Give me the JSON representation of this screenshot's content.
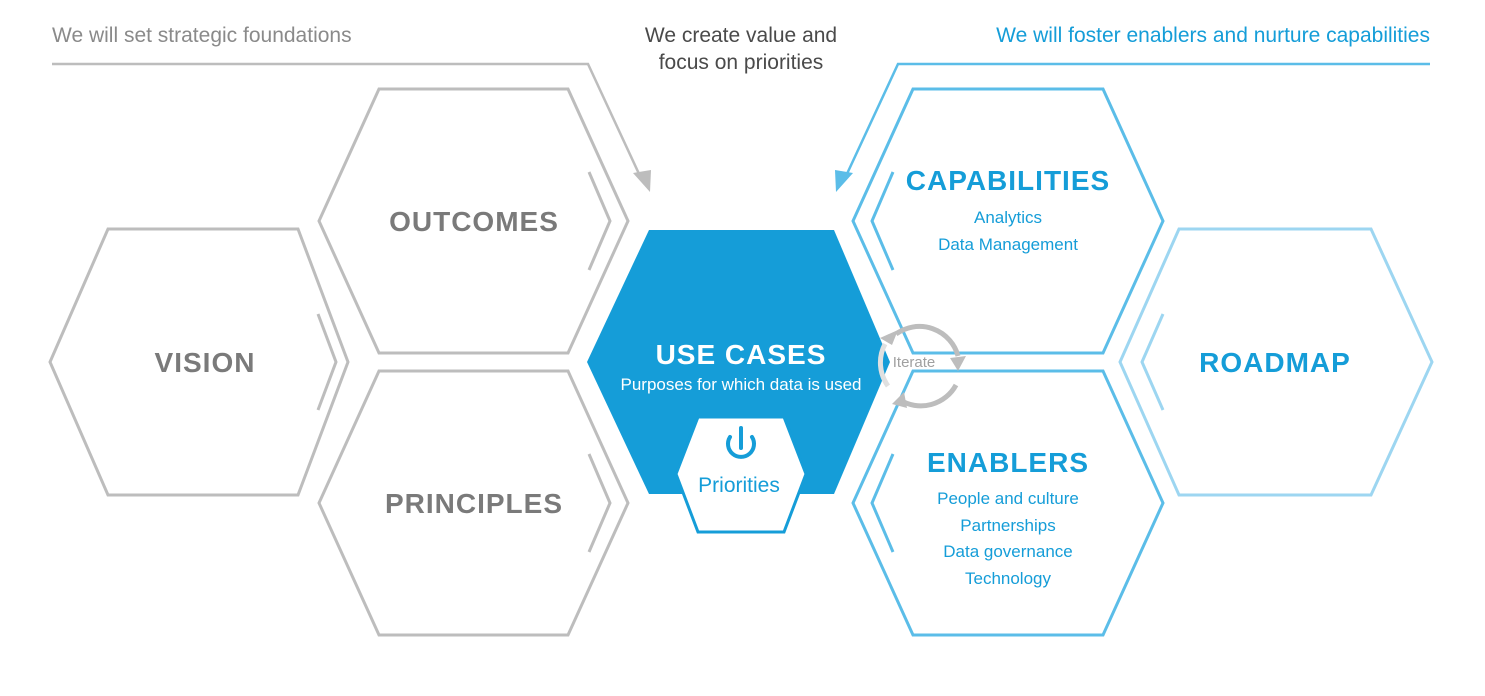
{
  "colors": {
    "grey": "#bdbdbd",
    "grey_text": "#7a7a7a",
    "blue": "#159dd8",
    "light_blue": "#5bbde8",
    "lighter_blue": "#9dd6f1",
    "white": "#ffffff"
  },
  "headers": {
    "left": "We will set strategic foundations",
    "center_line1": "We create value and",
    "center_line2": "focus on priorities",
    "right": "We will foster enablers and nurture capabilities"
  },
  "hexes": {
    "vision": {
      "title": "VISION"
    },
    "outcomes": {
      "title": "OUTCOMES"
    },
    "principles": {
      "title": "PRINCIPLES"
    },
    "use_cases": {
      "title": "USE CASES",
      "subtitle": "Purposes for which data is used"
    },
    "priorities": {
      "label": "Priorities",
      "icon": "power-icon"
    },
    "capabilities": {
      "title": "CAPABILITIES",
      "items": [
        "Analytics",
        "Data Management"
      ]
    },
    "enablers": {
      "title": "ENABLERS",
      "items": [
        "People and culture",
        "Partnerships",
        "Data governance",
        "Technology"
      ]
    },
    "roadmap": {
      "title": "ROADMAP"
    }
  },
  "iterate": {
    "label": "Iterate",
    "icon": "cycle-arrows-icon"
  }
}
